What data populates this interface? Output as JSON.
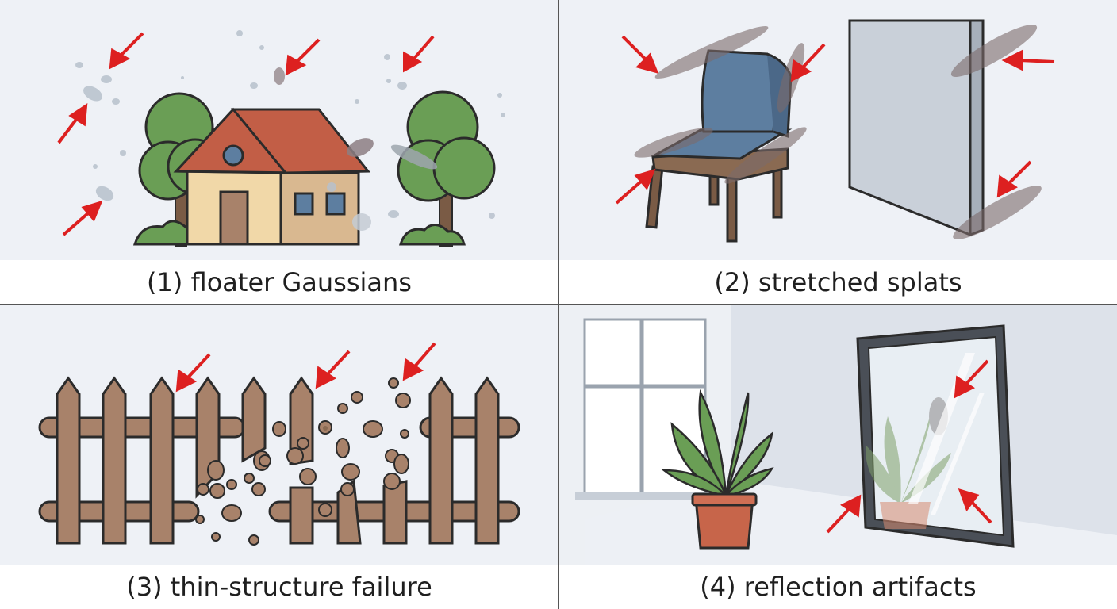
{
  "panels": [
    {
      "caption": "(1) floater Gaussians"
    },
    {
      "caption": "(2) stretched splats"
    },
    {
      "caption": "(3) thin-structure failure"
    },
    {
      "caption": "(4) reflection artifacts"
    }
  ],
  "colors": {
    "panel_bg": "#eef1f6",
    "arrow": "#dd2020",
    "wood": "#a8826a",
    "tree": "#6a9e55",
    "roof": "#c25e46",
    "chair_seat": "#5d7ea0"
  }
}
